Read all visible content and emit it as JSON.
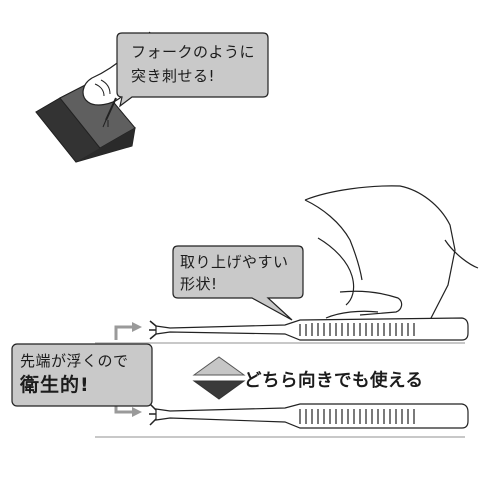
{
  "callouts": {
    "fork_line1": "フォークのように",
    "fork_line2": "突き刺せる!",
    "grip_line1": "取り上げやすい",
    "grip_line2": "形状!",
    "tip_line1": "先端が浮くので",
    "tip_line2": "衛生的!"
  },
  "feature_text": "どちら向きでも使える",
  "colors": {
    "bubble_fill": "#c9c9c9",
    "outline": "#222222",
    "block_top": "#5a5a5a",
    "block_side": "#2e2e2e",
    "surface_line": "#c8c8c8",
    "arrow_dark": "#3a3a3a"
  },
  "icons": [
    "up-down-arrow-icon",
    "double-arrow-icon"
  ]
}
